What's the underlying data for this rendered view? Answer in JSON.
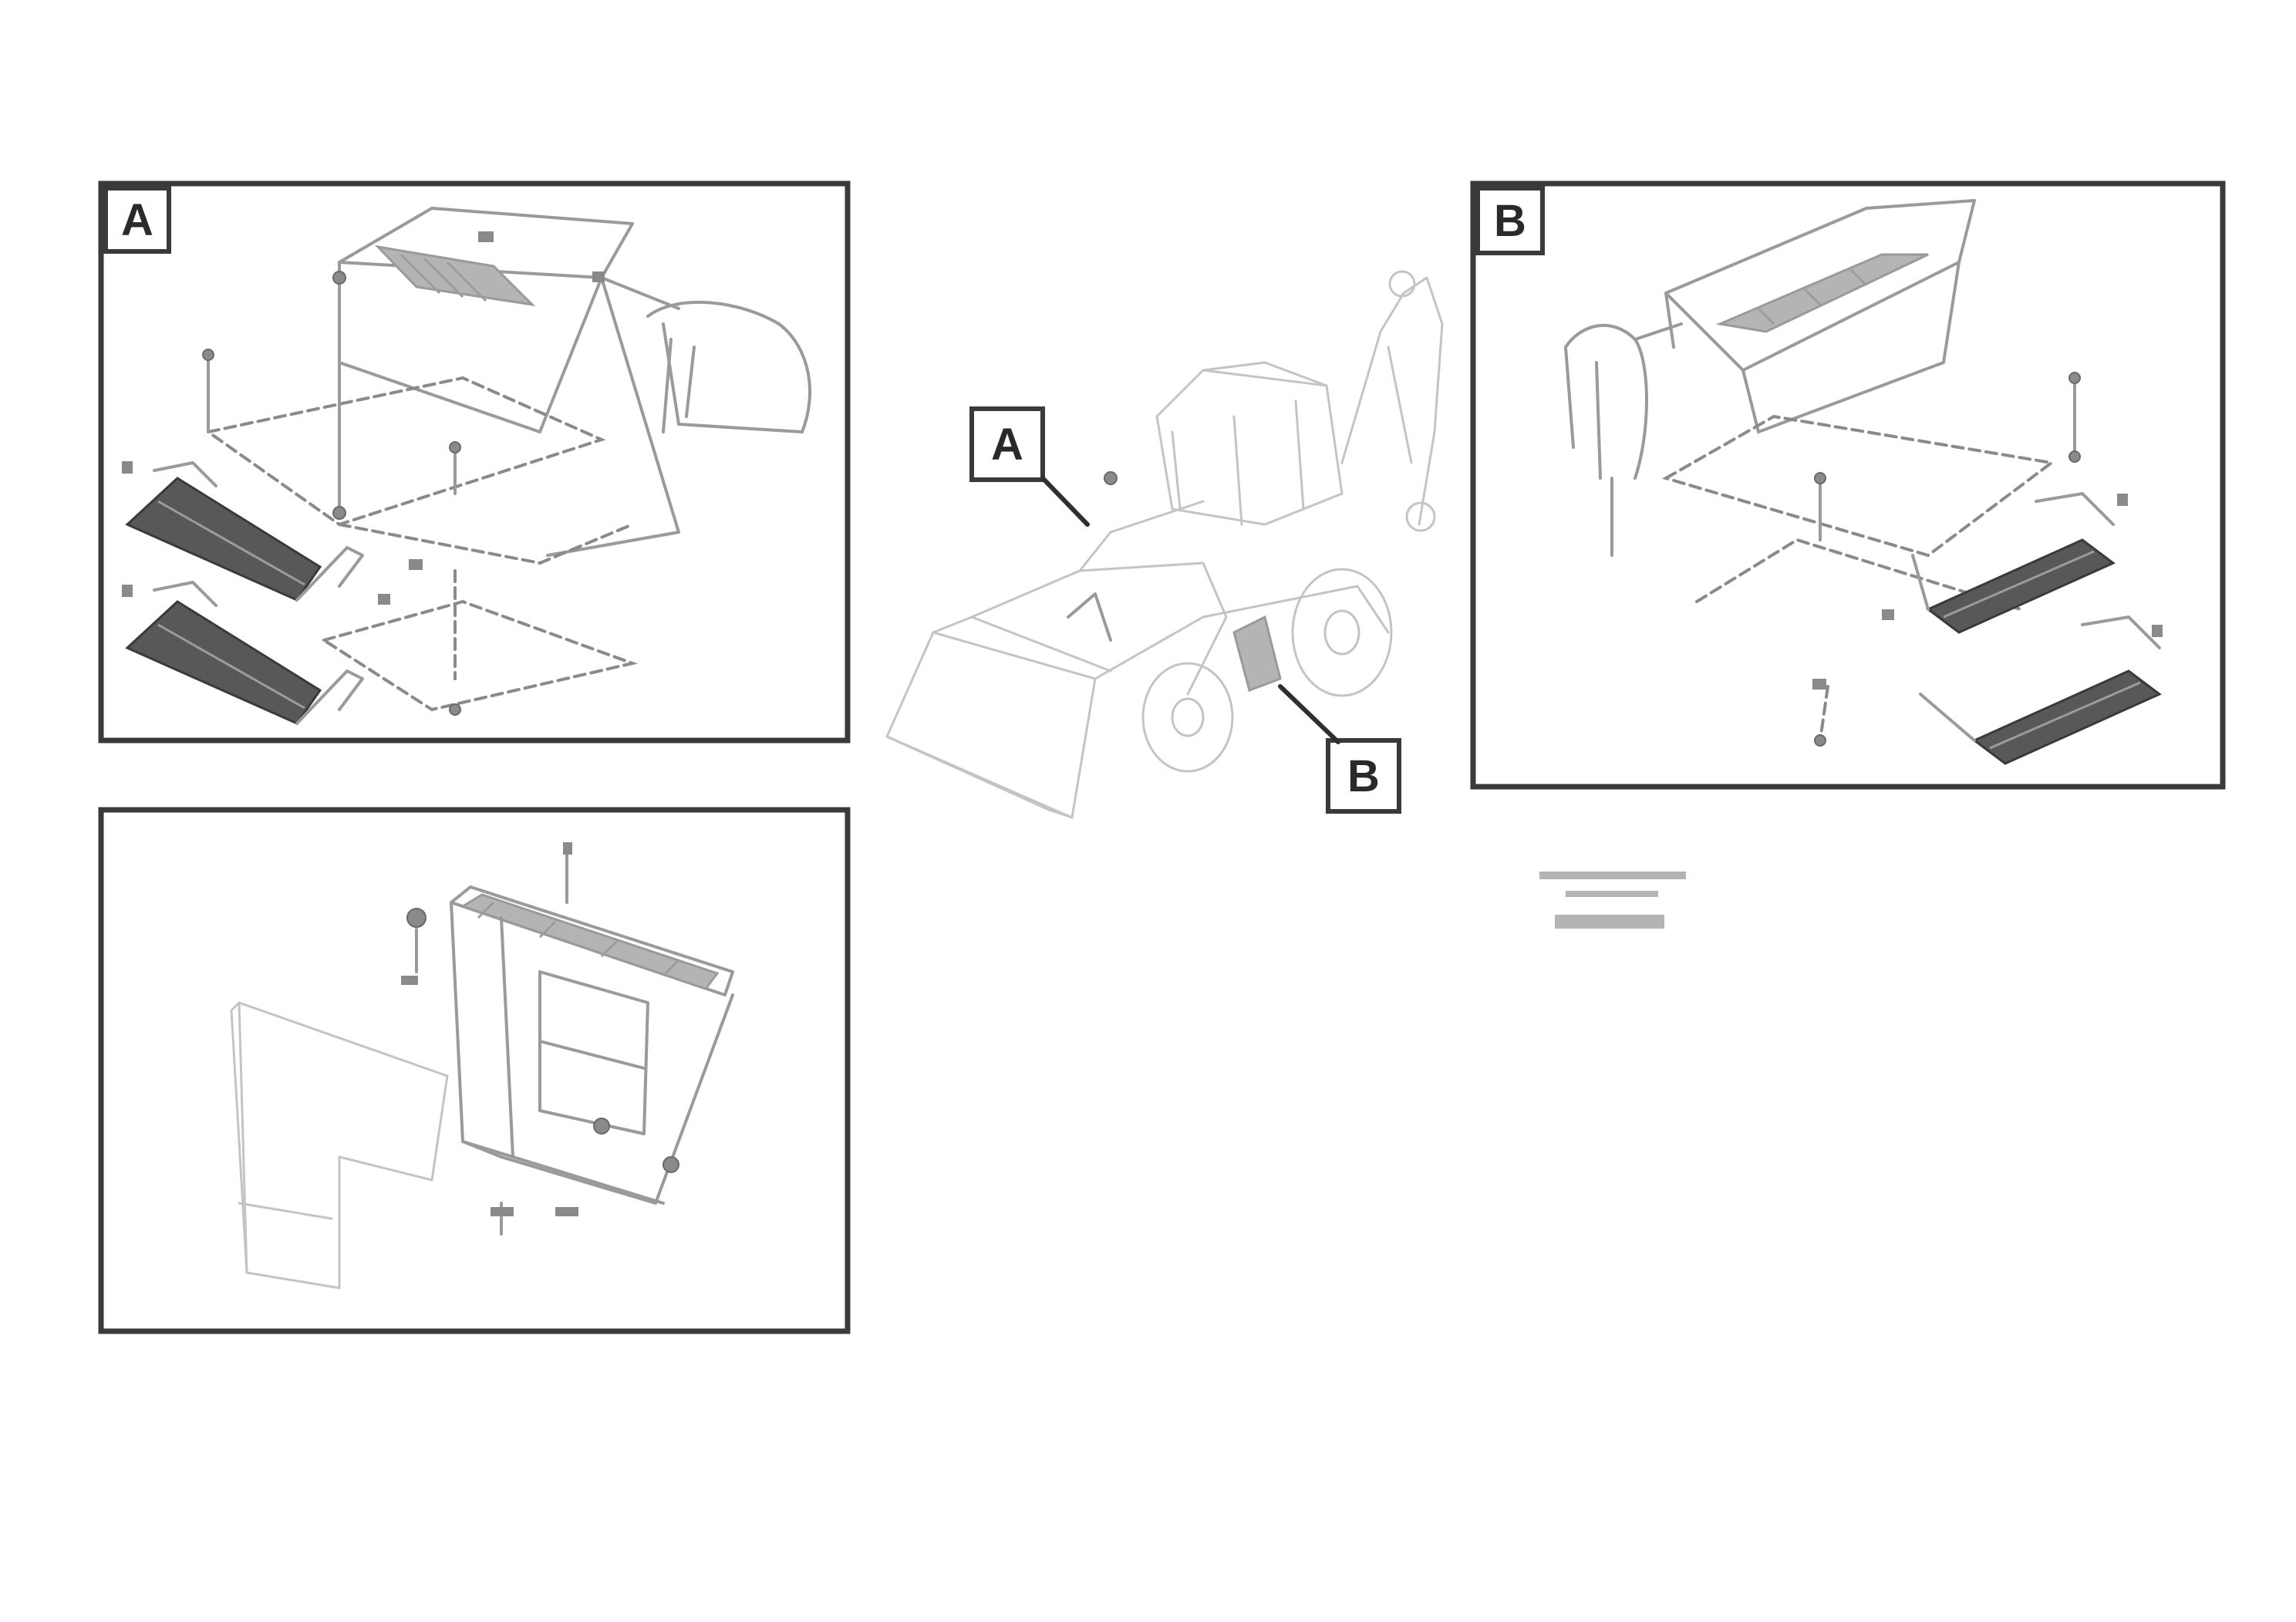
{
  "sheet": {
    "background": "#ffffff",
    "frame_color": "#3a3a3a",
    "drawing_color": "#9a9a9a"
  },
  "overview": {
    "machine": "backhoe-loader",
    "callout_a": "A",
    "callout_b": "B"
  },
  "detail_a": {
    "label": "A",
    "content": "steps-left-side"
  },
  "detail_b": {
    "label": "B",
    "content": "steps-right-side"
  },
  "detail_c": {
    "content": "step-box-with-tread"
  },
  "reference_block": {
    "lines": 3,
    "legible": false
  }
}
